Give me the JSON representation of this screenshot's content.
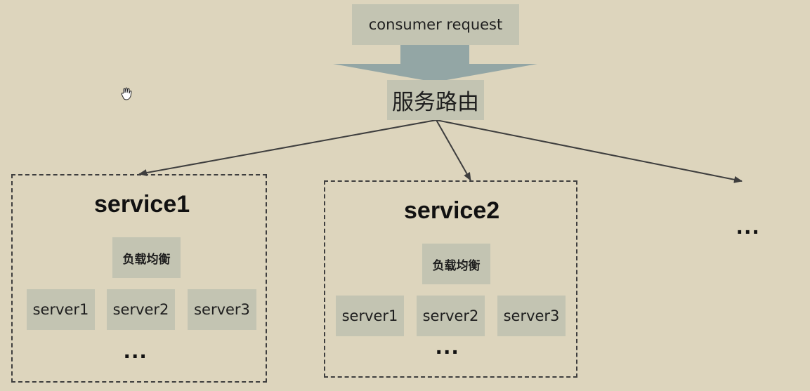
{
  "request": {
    "label": "consumer request"
  },
  "router": {
    "label": "服务路由"
  },
  "services": [
    {
      "title": "service1",
      "load_balancer": "负载均衡",
      "servers": [
        "server1",
        "server2",
        "server3"
      ],
      "more": "..."
    },
    {
      "title": "service2",
      "load_balancer": "负载均衡",
      "servers": [
        "server1",
        "server2",
        "server3"
      ],
      "more": "..."
    }
  ],
  "more_services": "...",
  "colors": {
    "background": "#ddd5bd",
    "box_fill": "#c3c4b2",
    "arrow_fill": "#93a6a5",
    "line": "#3e3e3e"
  },
  "icons": {
    "cursor": "hand-cursor-icon"
  }
}
